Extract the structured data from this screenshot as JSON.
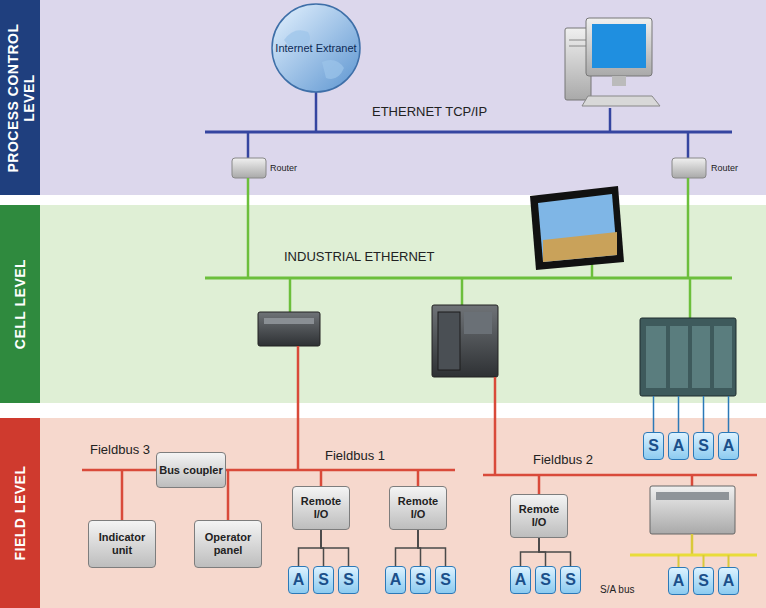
{
  "diagram": {
    "nodes": [
      {
        "text": [
          "PROCESS CONTROL LEVEL"
        ]
      },
      {
        "text": [
          "CELL LEVEL"
        ]
      },
      {
        "text": [
          "FIELD LEVEL"
        ]
      },
      {
        "text": [
          "Internet Extranet"
        ],
        "in": 0
      },
      {
        "text": [
          "Router"
        ],
        "in": 0
      },
      {
        "text": [
          "Router"
        ],
        "in": 0
      },
      {
        "text": [
          "Bus coupler"
        ],
        "in": 2
      },
      {
        "text": [
          "S"
        ],
        "in": 2
      },
      {
        "text": [
          "A"
        ],
        "in": 2
      },
      {
        "text": [
          "S"
        ],
        "in": 2
      },
      {
        "text": [
          "A"
        ],
        "in": 2
      },
      {
        "text": [
          "Indicator unit"
        ],
        "in": 2
      },
      {
        "text": [
          "Operator panel"
        ],
        "in": 2
      },
      {
        "text": [
          "Remote I/O"
        ],
        "in": 2
      },
      {
        "text": [
          "Remote I/O"
        ],
        "in": 2
      },
      {
        "text": [
          "Remote I/O"
        ],
        "in": 2
      },
      {
        "text": [
          "A"
        ],
        "in": 2
      },
      {
        "text": [
          "S"
        ],
        "in": 2
      },
      {
        "text": [
          "S"
        ],
        "in": 2
      },
      {
        "text": [
          "A"
        ],
        "in": 2
      },
      {
        "text": [
          "S"
        ],
        "in": 2
      },
      {
        "text": [
          "S"
        ],
        "in": 2
      },
      {
        "text": [
          "A"
        ],
        "in": 2
      },
      {
        "text": [
          "S"
        ],
        "in": 2
      },
      {
        "text": [
          "S"
        ],
        "in": 2
      },
      {
        "text": [
          "A"
        ],
        "in": 2
      },
      {
        "text": [
          "S"
        ],
        "in": 2
      },
      {
        "text": [
          "A"
        ],
        "in": 2
      }
    ],
    "edges": [
      {
        "from": 13,
        "to": 16,
        "arrow": "none"
      },
      {
        "from": 13,
        "to": 17,
        "arrow": "none"
      },
      {
        "from": 13,
        "to": 18,
        "arrow": "none"
      },
      {
        "from": 14,
        "to": 19,
        "arrow": "none"
      },
      {
        "from": 14,
        "to": 20,
        "arrow": "none"
      },
      {
        "from": 14,
        "to": 21,
        "arrow": "none"
      },
      {
        "from": 15,
        "to": 22,
        "arrow": "none"
      },
      {
        "from": 15,
        "to": 23,
        "arrow": "none"
      },
      {
        "from": 15,
        "to": 24,
        "arrow": "none"
      }
    ],
    "labels": [
      "ETHERNET TCP/IP",
      "INDUSTRIAL ETHERNET",
      "Fieldbus 3",
      "Fieldbus 1",
      "Fieldbus 2",
      "S/A bus"
    ]
  }
}
